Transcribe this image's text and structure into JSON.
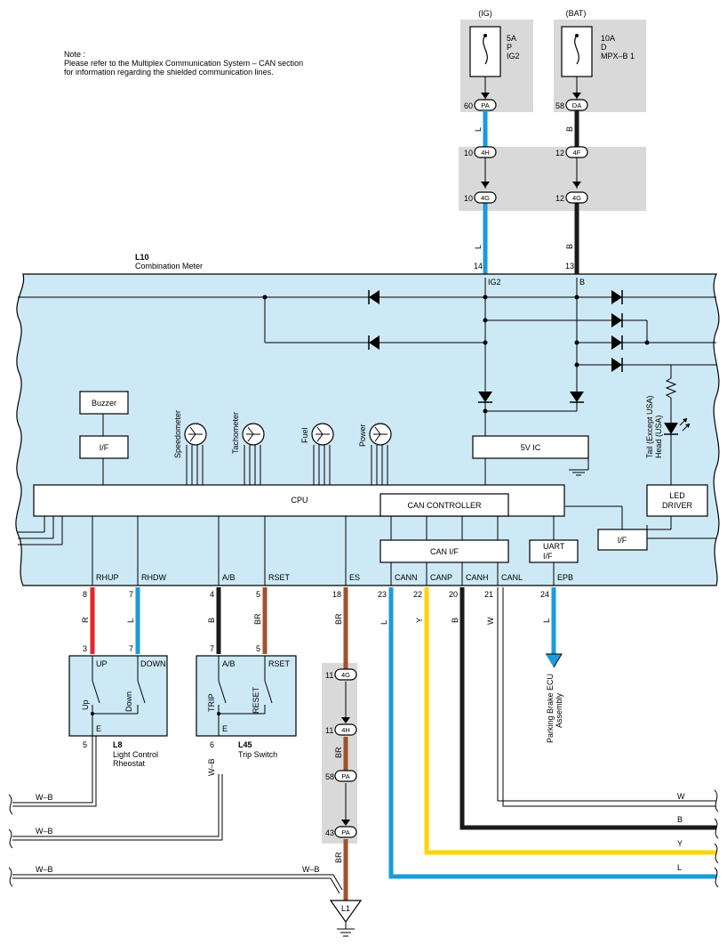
{
  "note": {
    "title": "Note :",
    "line1": "Please refer to the Multiplex Communication System – CAN section",
    "line2": "for information regarding the shielded communication lines."
  },
  "fuses": {
    "ig": {
      "header": "(IG)",
      "rating": "5A",
      "extra": "P",
      "name": "IG2",
      "pin": "60",
      "connector": "PA",
      "wire_color": "L"
    },
    "bat": {
      "header": "(BAT)",
      "rating": "10A",
      "extra": "D",
      "name": "MPX–B 1",
      "pin": "58",
      "connector": "DA",
      "wire_color": "B"
    }
  },
  "junctions": {
    "upper_left": {
      "pin": "10",
      "connector": "4H"
    },
    "upper_right": {
      "pin": "12",
      "connector": "4F"
    },
    "lower_left": {
      "pin": "10",
      "connector": "4G"
    },
    "lower_right": {
      "pin": "12",
      "connector": "4G"
    },
    "left_wire_color": "L",
    "right_wire_color": "B"
  },
  "meter": {
    "code": "L10",
    "name": "Combination Meter",
    "pin_ig2": "14",
    "pin_b": "13",
    "label_ig2": "IG2",
    "label_b": "B",
    "buzzer": "Buzzer",
    "if_left": "I/F",
    "if_right": "I/F",
    "gauges": [
      "Speedometer",
      "Tachometer",
      "Fuel",
      "Power"
    ],
    "cpu": "CPU",
    "can_controller": "CAN CONTROLLER",
    "can_if": "CAN I/F",
    "uart_line1": "UART",
    "uart_line2": "I/F",
    "ic_5v": "5V IC",
    "led_driver_line1": "LED",
    "led_driver_line2": "DRIVER",
    "led_label_line1": "Head (USA)",
    "led_label_line2": "Tail (Except USA)"
  },
  "meter_pins": [
    {
      "label": "RHUP",
      "pin": "8",
      "wire": "R"
    },
    {
      "label": "RHDW",
      "pin": "7",
      "wire": "L"
    },
    {
      "label": "A/B",
      "pin": "4",
      "wire": "B"
    },
    {
      "label": "RSET",
      "pin": "5",
      "wire": "BR"
    },
    {
      "label": "ES",
      "pin": "18",
      "wire": "BR"
    },
    {
      "label": "CANN",
      "pin": "23",
      "wire": "L"
    },
    {
      "label": "CANP",
      "pin": "22",
      "wire": "Y"
    },
    {
      "label": "CANH",
      "pin": "20",
      "wire": "B"
    },
    {
      "label": "CANL",
      "pin": "21",
      "wire": "W"
    },
    {
      "label": "EPB",
      "pin": "24",
      "wire": "L"
    }
  ],
  "rheostat": {
    "code": "L8",
    "name_line1": "Light Control",
    "name_line2": "Rheostat",
    "pin_up": "3",
    "pin_down": "7",
    "pin_e": "5",
    "label_up": "UP",
    "label_down": "DOWN",
    "label_e": "E",
    "sw_up": "Up",
    "sw_down": "Down"
  },
  "trip_switch": {
    "code": "L45",
    "name": "Trip Switch",
    "pin_ab": "7",
    "pin_rset": "5",
    "pin_e": "6",
    "label_ab": "A/B",
    "label_rset": "RSET",
    "label_e": "E",
    "sw_trip": "TRIP",
    "sw_reset": "RESET",
    "wire_e": "W–B"
  },
  "es_chain": [
    {
      "pin": "11",
      "connector": "4G"
    },
    {
      "pin": "11",
      "connector": "4H"
    },
    {
      "pin": "58",
      "connector": "PA"
    },
    {
      "pin": "43",
      "connector": "PA"
    }
  ],
  "es_wire": "BR",
  "ground": {
    "code": "L1",
    "wb1": "W–B",
    "wb2": "W–B",
    "wb3": "W–B",
    "wb3b": "W–B"
  },
  "epb_target": {
    "line1": "Parking Brake ECU",
    "line2": "Assembly"
  },
  "bus_labels": {
    "w": "W",
    "b": "B",
    "y": "Y",
    "l": "L"
  },
  "colors": {
    "box_fill": "#cde9f5",
    "fuse_fill": "#d9d9d9",
    "blue": "#1a9bdc",
    "red": "#e8232a",
    "yellow": "#ffd500",
    "brown": "#a0522d",
    "black": "#1a1a1a"
  }
}
